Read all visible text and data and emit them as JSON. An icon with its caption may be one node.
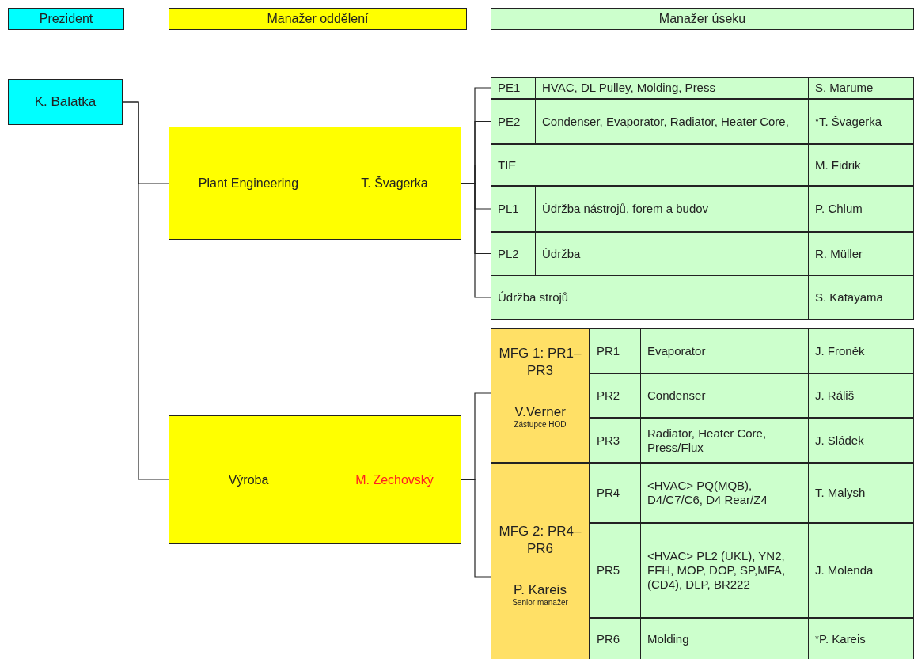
{
  "diagram": {
    "nodes": [
      {
        "text": [
          "Prezident"
        ]
      },
      {
        "text": [
          "Manažer oddělení"
        ]
      },
      {
        "text": [
          "Manažer úseku"
        ]
      },
      {
        "text": [
          "K. Balatka"
        ]
      },
      {
        "text": [
          "Plant Engineering",
          "T. Švagerka"
        ]
      },
      {
        "text": [
          "PE1",
          "HVAC, DL Pulley, Molding, Press",
          "S. Marume"
        ]
      },
      {
        "text": [
          "PE2",
          "Condenser, Evaporator, Radiator, Heater Core,",
          "$^{*}$T. Švagerka"
        ]
      },
      {
        "text": [
          "TIE",
          "M. Fidrik"
        ]
      },
      {
        "text": [
          "PL1",
          "Údržba nástrojů, forem a budov",
          "P. Chlum"
        ]
      },
      {
        "text": [
          "PL2",
          "Údržba",
          "R. Müller"
        ]
      },
      {
        "text": [
          "Údržba strojů",
          "S. Katayama"
        ]
      },
      {
        "text": [
          "Výroba",
          "M. Zechovský"
        ]
      },
      {
        "text": [
          "MFG 1: PR1–PR3",
          "V.Verner",
          "Zástupce HOD"
        ]
      },
      {
        "text": [
          "PR1",
          "Evaporator",
          "J. Froněk"
        ]
      },
      {
        "text": [
          "PR2",
          "Condenser",
          "J. Ráliš"
        ]
      },
      {
        "text": [
          "PR3",
          "Radiator, Heater Core, Press/Flux",
          "J. Sládek"
        ]
      },
      {
        "text": [
          "MFG 2: PR4–PR6",
          "P. Kareis",
          "Senior manažer"
        ]
      },
      {
        "text": [
          "PR4",
          "<HVAC> PQ(MQB), D4/C7/C6, D4 Rear/Z4",
          "T. Malysh"
        ]
      },
      {
        "text": [
          "PR5",
          "<HVAC> PL2 (UKL), YN2, FFH, MOP, DOP, SP,MFA, (CD4), DLP, BR222",
          "J. Molenda"
        ]
      },
      {
        "text": [
          "PR6",
          "Molding",
          "$^{*}$P. Kareis"
        ]
      }
    ],
    "edges": [
      {
        "from": 3,
        "to": 4,
        "arrow": "none"
      },
      {
        "from": 3,
        "to": 11,
        "arrow": "none"
      },
      {
        "from": 4,
        "to": 5,
        "arrow": "none"
      },
      {
        "from": 4,
        "to": 6,
        "arrow": "none"
      },
      {
        "from": 4,
        "to": 7,
        "arrow": "none"
      },
      {
        "from": 4,
        "to": 8,
        "arrow": "none"
      },
      {
        "from": 4,
        "to": 9,
        "arrow": "none"
      },
      {
        "from": 4,
        "to": 10,
        "arrow": "none"
      },
      {
        "from": 11,
        "to": 12,
        "arrow": "none"
      },
      {
        "from": 11,
        "to": 16,
        "arrow": "none"
      }
    ]
  }
}
